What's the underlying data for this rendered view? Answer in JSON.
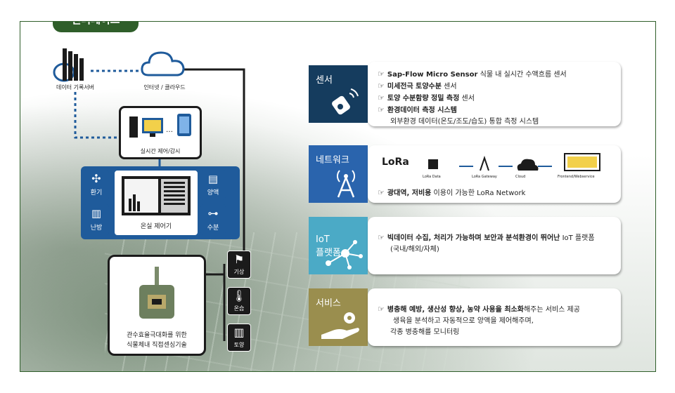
{
  "header": {
    "tab": "인터페이스"
  },
  "left": {
    "server_label": "데이터 기록서버",
    "cloud_label": "인터넷 / 클라우드",
    "monitor_label": "실시간 제어/감시",
    "control_label": "온실 제어기",
    "left_icons": [
      "환기",
      "난방"
    ],
    "right_icons": [
      "양액",
      "수분"
    ],
    "sensor_caption_line1": "관수효율극대화를 위한",
    "sensor_caption_line2": "식물체내 직접센싱기술",
    "side_icons": [
      "기상",
      "온습",
      "토양"
    ]
  },
  "categories": [
    {
      "label": "센서",
      "color": "#153c5e"
    },
    {
      "label": "네트워크",
      "color": "#2a64ad"
    },
    {
      "label": "IoT\n플랫폼",
      "color": "#4baac6"
    },
    {
      "label": "서비스",
      "color": "#9a8e4e"
    }
  ],
  "sensor_card": {
    "line1_bold": "Sap-Flow Micro Sensor",
    "line1_rest": "식물 내 실시간 수액흐름 센서",
    "line2_bold": "미세전극 토양수분",
    "line2_rest": "센서",
    "line3_bold": "토양 수분함량 정밀 측정",
    "line3_rest": "센서",
    "line4_bold": "환경데이터 측정 시스템",
    "line5": "외부환경 데이터(온도/조도/습도) 통합 측정 시스템"
  },
  "network_card": {
    "lora_logo": "LoRa",
    "steps": [
      "LoRa Data",
      "LoRa Gateway",
      "Cloud",
      "Frontend/Webservice"
    ],
    "line_bold": "광대역, 저비용",
    "line_rest": "이용이 가능한 LoRa Network"
  },
  "iot_card": {
    "line1_bold": "빅데이터 수집, 처리가 가능하며 보안과 분석환경이 뛰어난",
    "line1_rest": "IoT 플랫폼",
    "line2": "(국내/해외/자체)"
  },
  "service_card": {
    "line1_bold": "병충해 예방, 생산성 향상, 농약 사용을 최소화",
    "line1_rest": "해주는 서비스 제공",
    "line2": "생육을 분석하고 자동적으로 양액을 제어해주며,",
    "line3": "각종 병충해를 모니터링"
  },
  "hand_icon": "pointing-hand-icon"
}
